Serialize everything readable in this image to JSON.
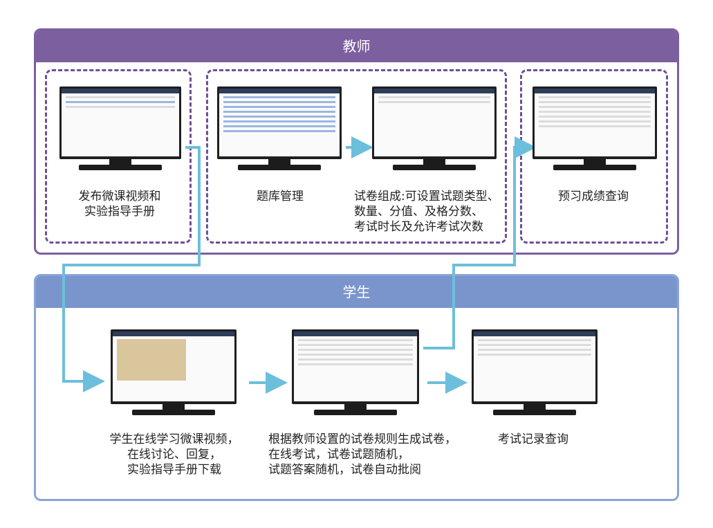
{
  "teacher_section": {
    "title": "教师",
    "steps": [
      {
        "id": "publish",
        "caption_lines": [
          "发布微课视频和",
          "实验指导手册"
        ]
      },
      {
        "id": "question-bank",
        "caption_lines": [
          "题库管理"
        ]
      },
      {
        "id": "paper-compose",
        "caption_lines": [
          "试卷组成:可设置试题类型、",
          "数量、分值、及格分数、",
          "考试时长及允许考试次数"
        ]
      },
      {
        "id": "preview-scores",
        "caption_lines": [
          "预习成绩查询"
        ]
      }
    ]
  },
  "student_section": {
    "title": "学生",
    "steps": [
      {
        "id": "online-study",
        "caption_lines": [
          "学生在线学习微课视频，",
          "在线讨论、回复，",
          "实验指导手册下载"
        ]
      },
      {
        "id": "online-exam",
        "caption_lines": [
          "根据教师设置的试卷规则生成试卷，",
          "在线考试，试卷试题随机，",
          "试题答案随机，试卷自动批阅"
        ]
      },
      {
        "id": "exam-records",
        "caption_lines": [
          "考试记录查询"
        ]
      }
    ]
  },
  "colors": {
    "teacher_accent": "#7c5f9f",
    "student_accent": "#7a94cc",
    "arrow": "#6cbfdc",
    "monitor": "#1c1c1c"
  },
  "icons": {
    "monitor": "monitor-icon",
    "arrow": "arrow-right-icon"
  }
}
